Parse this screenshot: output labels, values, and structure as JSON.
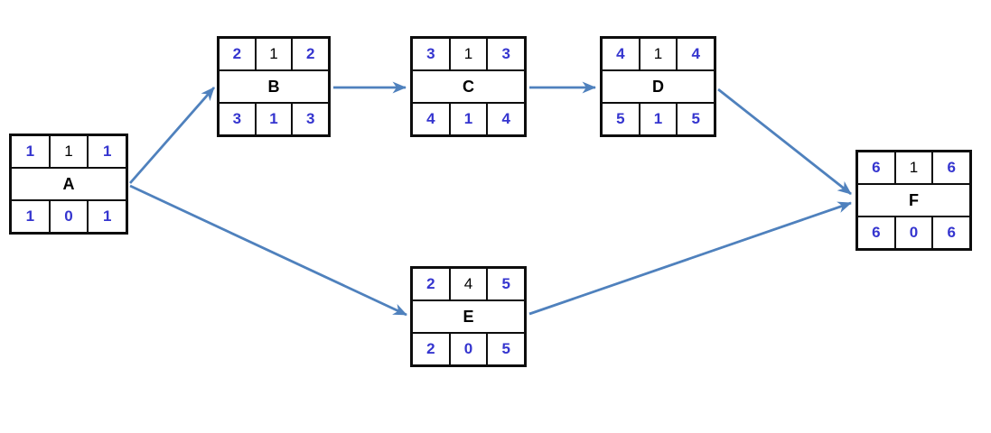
{
  "colors": {
    "value_text": "#3535cf",
    "duration_text": "#000000",
    "label_text": "#000000",
    "node_border": "#0d0d0d",
    "arrow": "#4f81bd",
    "background": "#ffffff"
  },
  "nodes": [
    {
      "id": "A",
      "label": "A",
      "top_row": [
        "1",
        "1",
        "1"
      ],
      "bottom_row": [
        "1",
        "0",
        "1"
      ]
    },
    {
      "id": "B",
      "label": "B",
      "top_row": [
        "2",
        "1",
        "2"
      ],
      "bottom_row": [
        "3",
        "1",
        "3"
      ]
    },
    {
      "id": "C",
      "label": "C",
      "top_row": [
        "3",
        "1",
        "3"
      ],
      "bottom_row": [
        "4",
        "1",
        "4"
      ]
    },
    {
      "id": "D",
      "label": "D",
      "top_row": [
        "4",
        "1",
        "4"
      ],
      "bottom_row": [
        "5",
        "1",
        "5"
      ]
    },
    {
      "id": "E",
      "label": "E",
      "top_row": [
        "2",
        "4",
        "5"
      ],
      "bottom_row": [
        "2",
        "0",
        "5"
      ]
    },
    {
      "id": "F",
      "label": "F",
      "top_row": [
        "6",
        "1",
        "6"
      ],
      "bottom_row": [
        "6",
        "0",
        "6"
      ]
    }
  ],
  "edges": [
    {
      "from": "A",
      "to": "B"
    },
    {
      "from": "A",
      "to": "E"
    },
    {
      "from": "B",
      "to": "C"
    },
    {
      "from": "C",
      "to": "D"
    },
    {
      "from": "D",
      "to": "F"
    },
    {
      "from": "E",
      "to": "F"
    }
  ]
}
